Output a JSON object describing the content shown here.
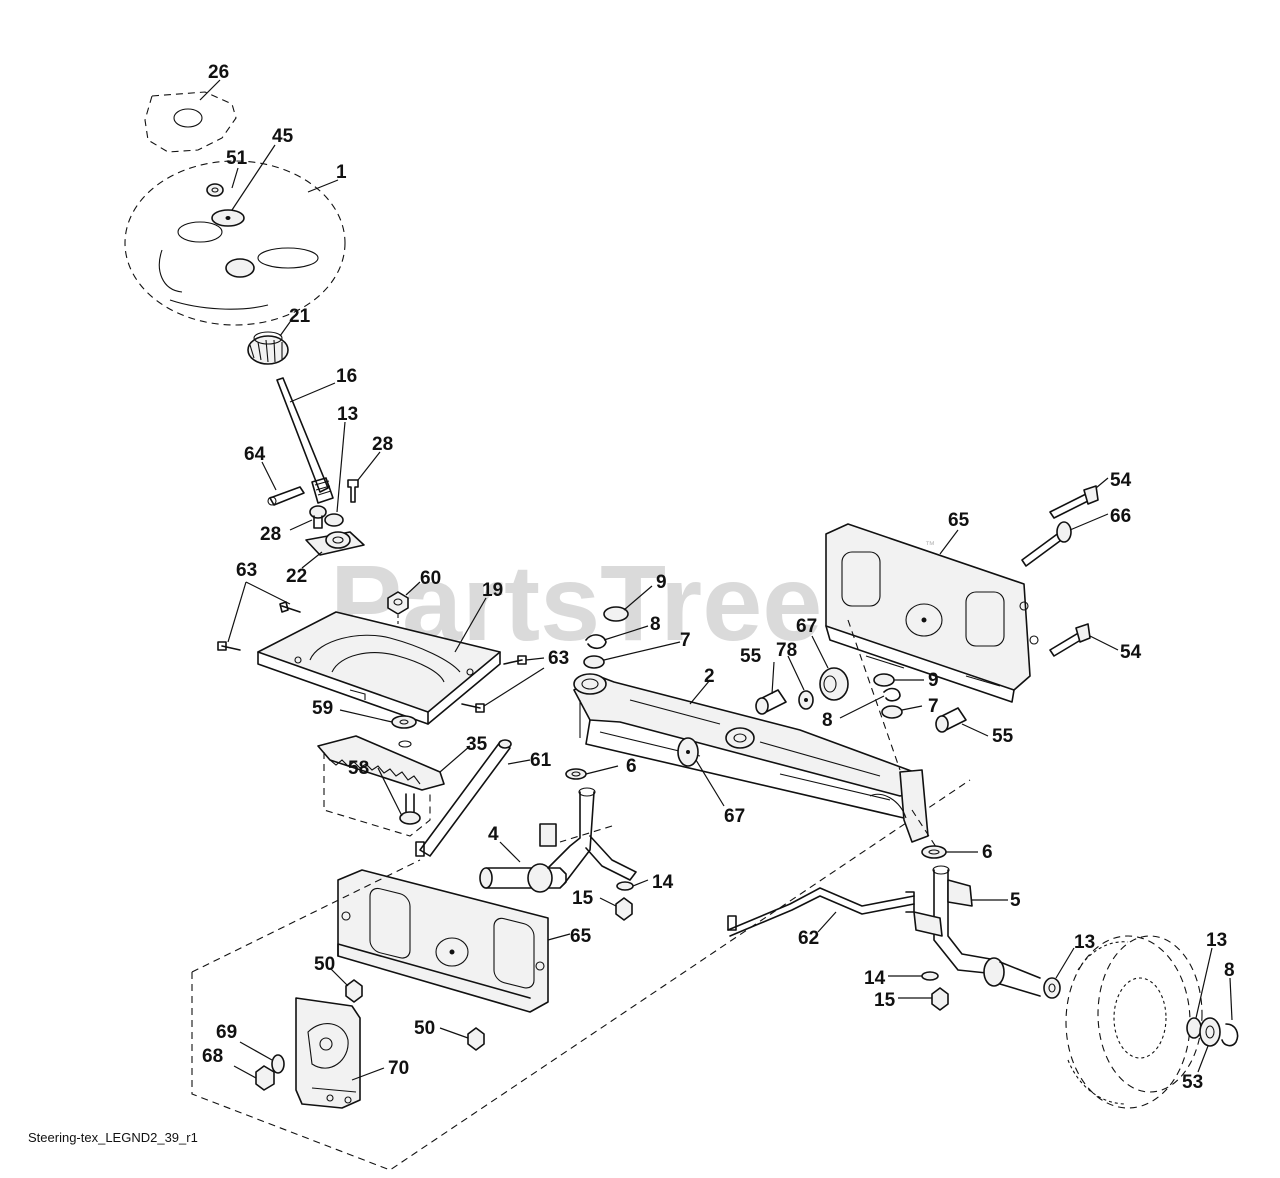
{
  "watermark": {
    "text": "PartsTree",
    "tm": "™"
  },
  "caption": "Steering-tex_LEGND2_39_r1",
  "callouts": {
    "c26": "26",
    "c45": "45",
    "c51": "51",
    "c1": "1",
    "c21": "21",
    "c16": "16",
    "c13a": "13",
    "c28a": "28",
    "c64": "64",
    "c28b": "28",
    "c22": "22",
    "c63a": "63",
    "c60": "60",
    "c19": "19",
    "c63b": "63",
    "c59": "59",
    "c35": "35",
    "c58": "58",
    "c61": "61",
    "c4": "4",
    "c15a": "15",
    "c14a": "14",
    "c65a": "65",
    "c50a": "50",
    "c50b": "50",
    "c69": "69",
    "c68": "68",
    "c70": "70",
    "c9a": "9",
    "c8a": "8",
    "c7a": "7",
    "c2": "2",
    "c55a": "55",
    "c78": "78",
    "c67a": "67",
    "c65b": "65",
    "c54a": "54",
    "c66": "66",
    "c54b": "54",
    "c9b": "9",
    "c8b": "8",
    "c7b": "7",
    "c55b": "55",
    "c6a": "6",
    "c67b": "67",
    "c6b": "6",
    "c5": "5",
    "c62": "62",
    "c14b": "14",
    "c15b": "15",
    "c13b": "13",
    "c13c": "13",
    "c8c": "8",
    "c53": "53"
  }
}
